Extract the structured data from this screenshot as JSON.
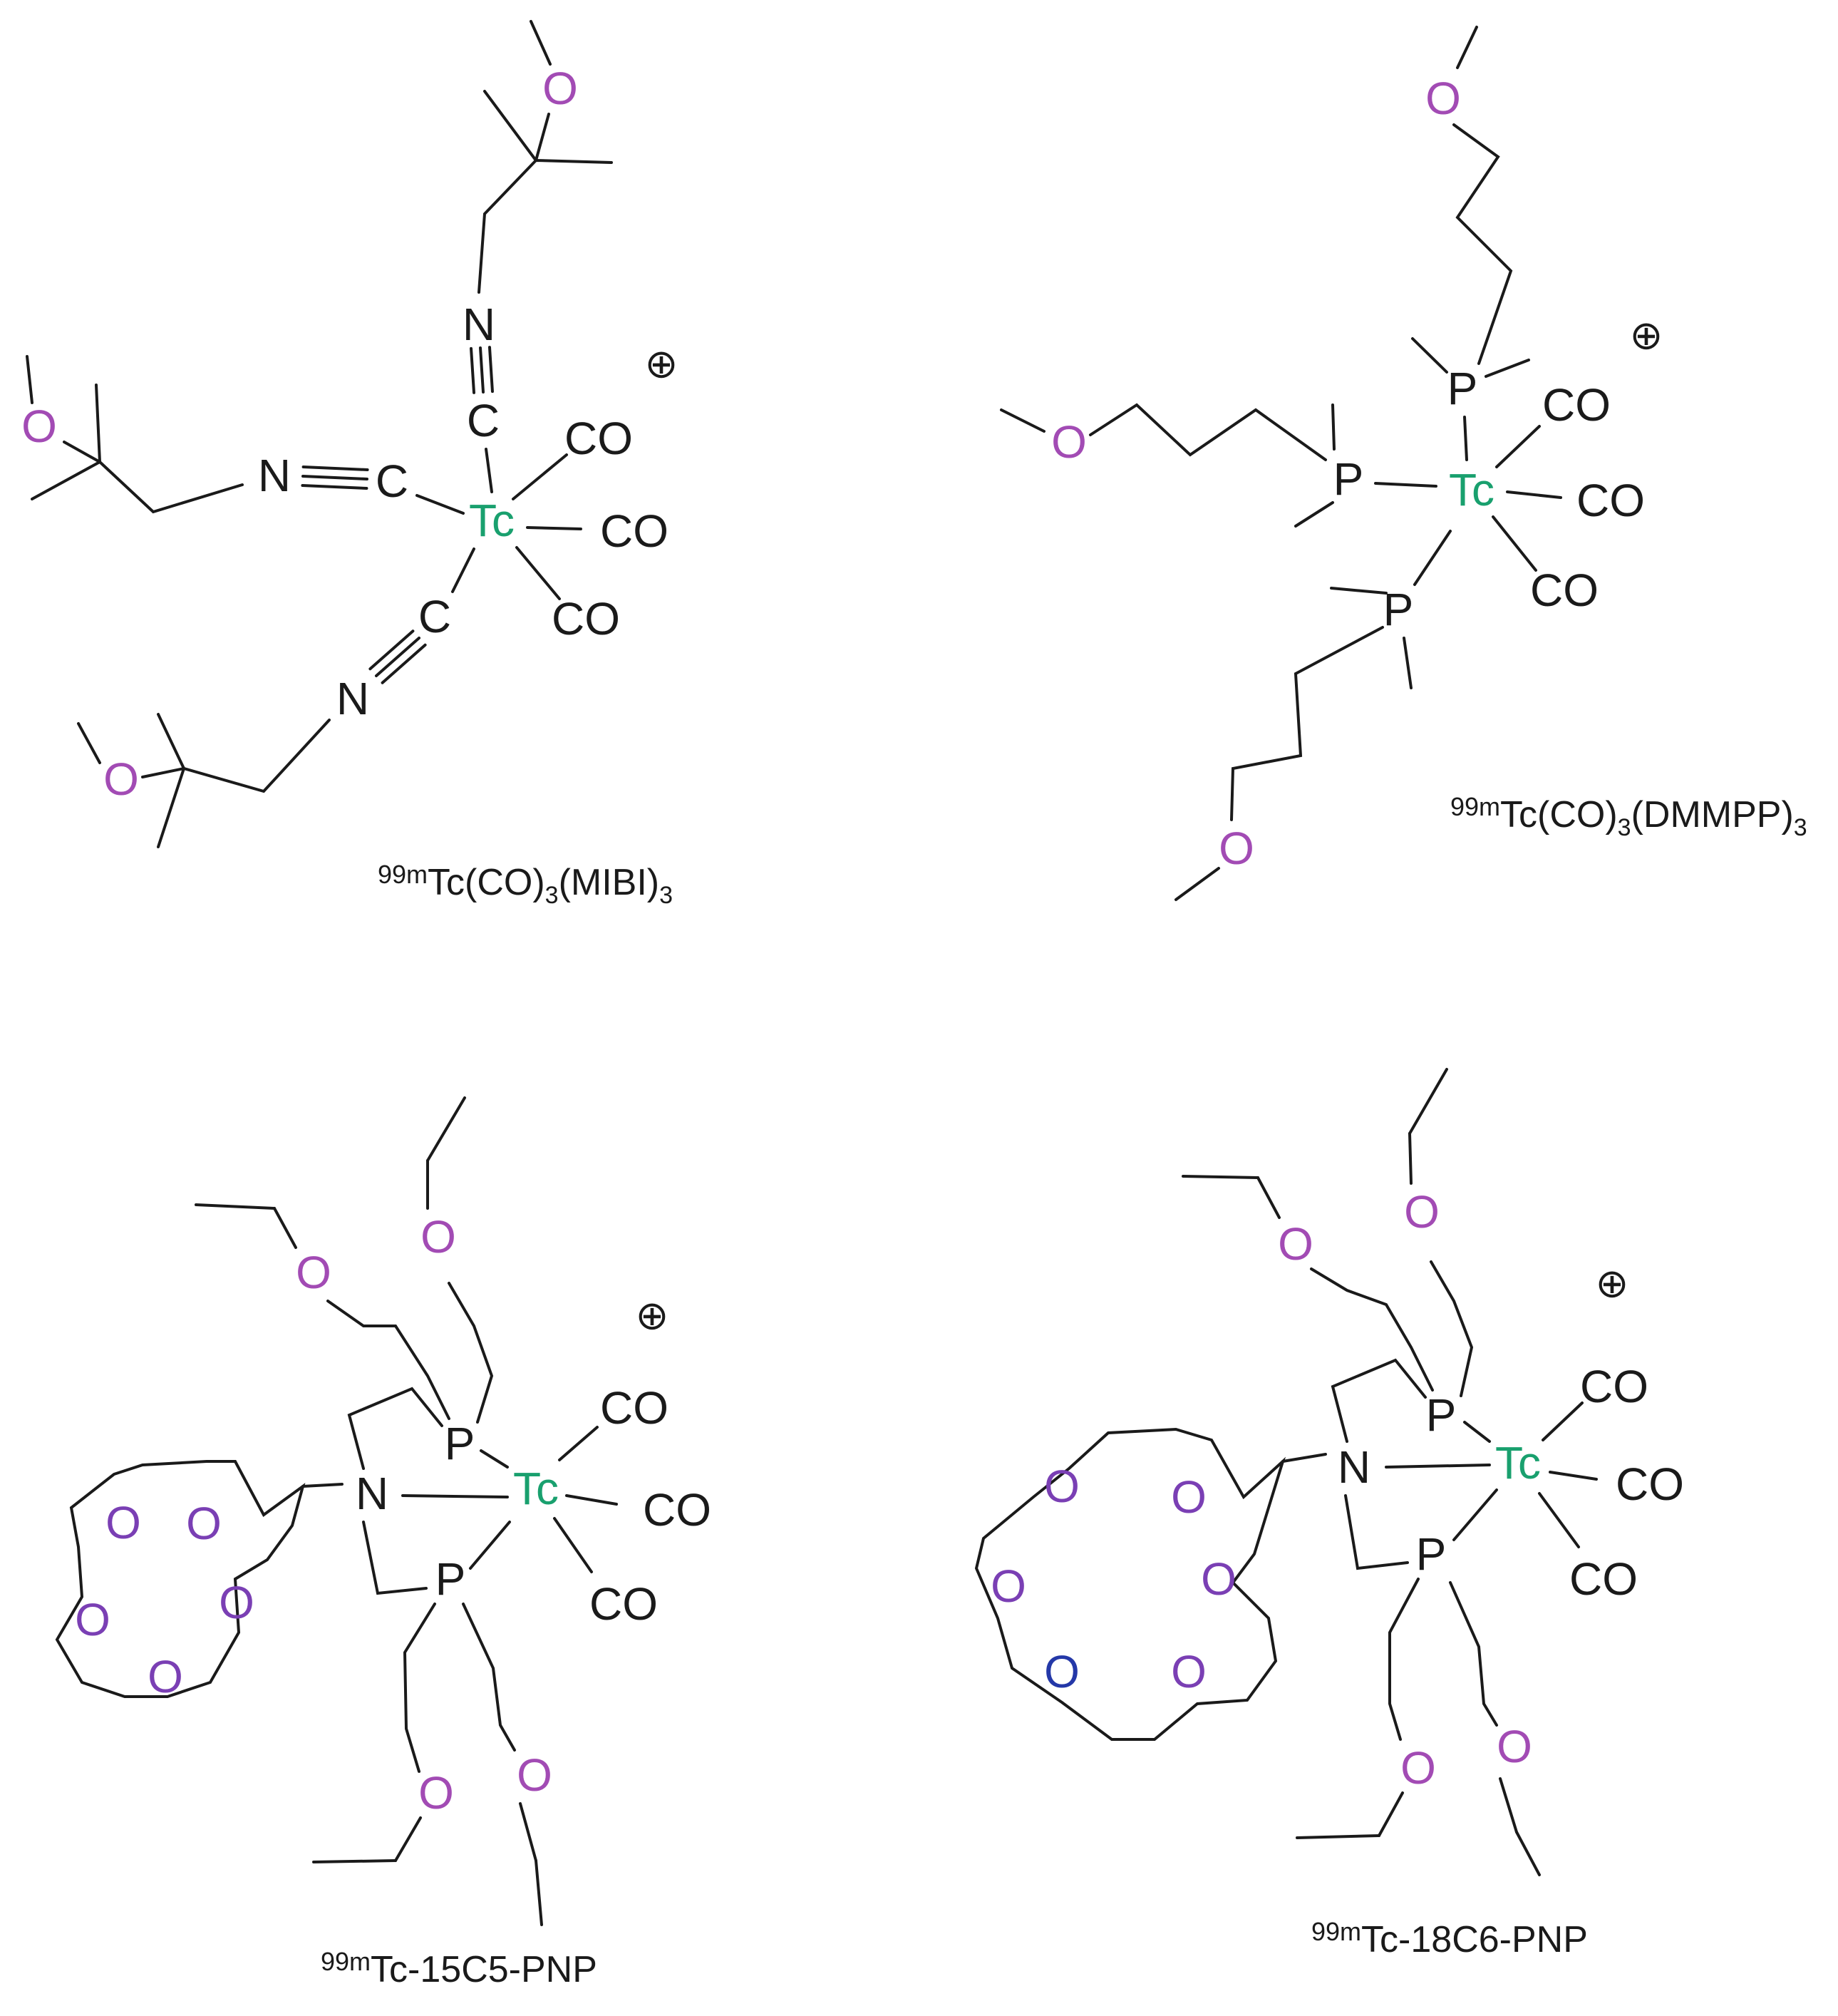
{
  "colors": {
    "tc": "#19a06e",
    "oxygen": "#a24bb4",
    "oxygen_alt": "#7a3fb4",
    "oxygen_blue": "#2438a8",
    "atom_default": "#1a1a1a"
  },
  "structures": [
    {
      "id": "mibi",
      "caption": {
        "iso": "99m",
        "parts": [
          {
            "t": "Tc(CO)"
          },
          {
            "t": "3",
            "sub": true
          },
          {
            "t": "(MIBI)"
          },
          {
            "t": "3",
            "sub": true
          }
        ]
      },
      "charge": "⊕"
    },
    {
      "id": "dmmpp",
      "caption": {
        "iso": "99m",
        "parts": [
          {
            "t": "Tc(CO)"
          },
          {
            "t": "3",
            "sub": true
          },
          {
            "t": "(DMMPP)"
          },
          {
            "t": "3",
            "sub": true
          }
        ]
      },
      "charge": "⊕"
    },
    {
      "id": "c15c5",
      "caption": {
        "iso": "99m",
        "parts": [
          {
            "t": "Tc-15C5-PNP"
          }
        ]
      },
      "charge": "⊕"
    },
    {
      "id": "c18c6",
      "caption": {
        "iso": "99m",
        "parts": [
          {
            "t": "Tc-18C6-PNP"
          }
        ]
      },
      "charge": "⊕"
    }
  ]
}
